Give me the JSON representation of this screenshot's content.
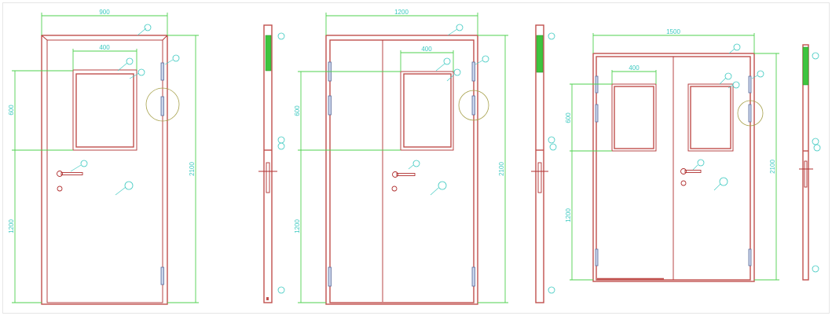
{
  "drawings": [
    {
      "name": "single-door",
      "overall_width": "900",
      "window_width": "400",
      "window_height": "600",
      "lower_height": "1200",
      "overall_height": "2100"
    },
    {
      "name": "unequal-double-door",
      "overall_width": "1200",
      "window_width": "400",
      "window_height": "600",
      "lower_height": "1200",
      "overall_height": "2100"
    },
    {
      "name": "double-door",
      "overall_width": "1500",
      "window_width": "400",
      "window_height": "600",
      "lower_height": "1200",
      "overall_height": "2100"
    }
  ],
  "colors": {
    "frame": "#c0504d",
    "dimension": "#4fd24f",
    "dimension_text": "#3cc9c0",
    "seal": "#3ec43e",
    "hinge": "#c9d4ea"
  }
}
